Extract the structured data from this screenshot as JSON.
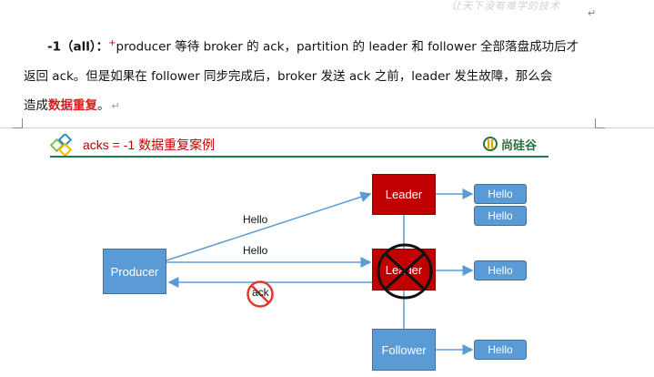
{
  "watermark": "让天下没有难学的技术",
  "paragraph": {
    "lead": "-1（all）：",
    "seg1": "producer 等待 broker 的 ack，partition 的 leader 和 follower 全部落盘成功后才",
    "seg2": "返回 ack。但是如果在 follower 同步完成后，broker 发送 ack 之前，leader 发生故障，那么会",
    "seg3": "造成",
    "highlight": "数据重复",
    "tail": "。",
    "para_mark": "↵"
  },
  "slide": {
    "title": "acks = -1 数据重复案例",
    "logo_text": "尚硅谷"
  },
  "diagram": {
    "producer": "Producer",
    "leader": "Leader",
    "leader_failed": "Leader",
    "follower": "Follower",
    "msg_top": "Hello",
    "msg_mid": "Hello",
    "ack": "ack",
    "leader_msgs": [
      "Hello",
      "Hello"
    ],
    "failed_leader_msg": "Hello",
    "follower_msg": "Hello"
  },
  "colors": {
    "red": "#c00000",
    "blue": "#5b9bd5",
    "arrow": "#5b9bd5",
    "logo_green": "#2a6e39"
  }
}
